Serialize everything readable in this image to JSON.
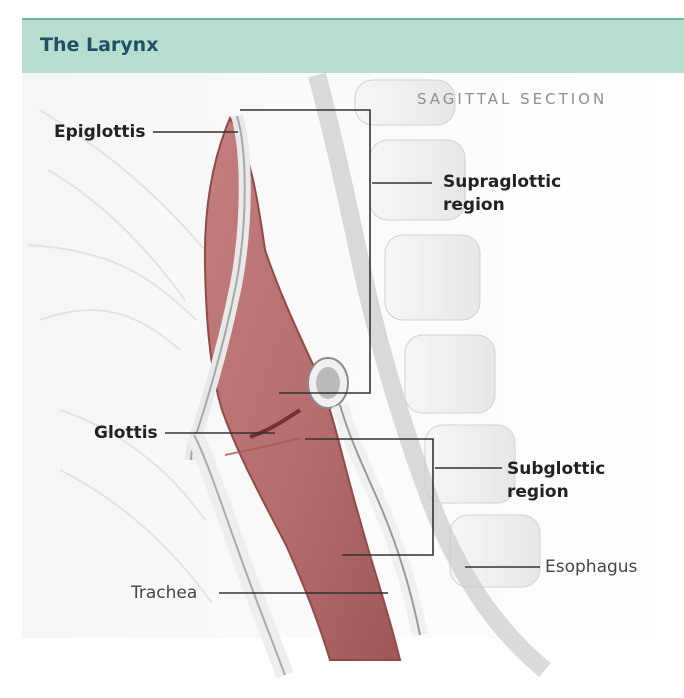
{
  "header": {
    "title": "The Larynx"
  },
  "section_label": "SAGITTAL SECTION",
  "labels": {
    "epiglottis": "Epiglottis",
    "supraglottic": "Supraglottic\nregion",
    "glottis": "Glottis",
    "subglottic": "Subglottic\nregion",
    "esophagus": "Esophagus",
    "trachea": "Trachea"
  },
  "colors": {
    "header_bg": "#b7ddd1",
    "header_border": "#6fb7a5",
    "title_text": "#1f4f63",
    "tissue": "#b86f6f",
    "tissue_dark": "#8f4a4a",
    "bone": "#efefef",
    "outline": "#9f9f9f"
  }
}
